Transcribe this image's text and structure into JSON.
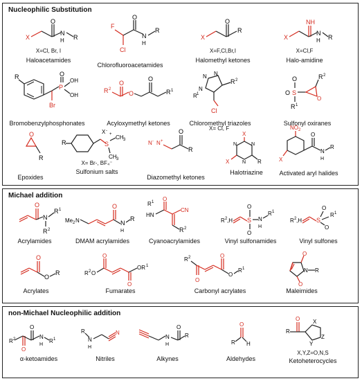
{
  "sections": [
    {
      "title": "Nucleophilic Substitution",
      "compounds": [
        {
          "name": "Haloacetamides",
          "note": "X=Cl, Br, I"
        },
        {
          "name": "Chlorofluoroacetamides",
          "note": ""
        },
        {
          "name": "Halomethyl ketones",
          "note": "X=F,Cl,Br,I"
        },
        {
          "name": "Halo-amidine",
          "note": "X=Cl,F"
        },
        {
          "name": "Bromobenzylphosphonates",
          "note": ""
        },
        {
          "name": "Acyloxymethyl ketones",
          "note": ""
        },
        {
          "name": "Chloromethyl triazoles",
          "note": ""
        },
        {
          "name": "Sulfonyl oxiranes",
          "note": ""
        },
        {
          "name": "Epoxides",
          "note": ""
        },
        {
          "name": "Sulfonium salts",
          "note": "X= Br-, BF₄⁻"
        },
        {
          "name": "Diazomethyl ketones",
          "note": ""
        },
        {
          "name": "Halotriazine",
          "note": "X= Cl, F"
        },
        {
          "name": "Activated aryl halides",
          "note": ""
        }
      ]
    },
    {
      "title": "Michael addition",
      "compounds": [
        {
          "name": "Acrylamides"
        },
        {
          "name": "DMAM acrylamides"
        },
        {
          "name": "Cyanoacrylamides"
        },
        {
          "name": "Vinyl sulfonamides"
        },
        {
          "name": "Vinyl sulfones"
        },
        {
          "name": "Acrylates"
        },
        {
          "name": "Fumarates"
        },
        {
          "name": "Carbonyl acrylates"
        },
        {
          "name": "Maleimides"
        }
      ]
    },
    {
      "title": "non-Michael Nucleophilic addition",
      "compounds": [
        {
          "name": "α-ketoamides"
        },
        {
          "name": "Nitriles"
        },
        {
          "name": "Alkynes"
        },
        {
          "name": "Aldehydes"
        },
        {
          "name": "Ketoheterocycles",
          "note": "X,Y,Z=O,N,S"
        }
      ]
    }
  ],
  "colors": {
    "reactive": "#d42a1e",
    "bond": "#222222",
    "frame": "#222222"
  }
}
